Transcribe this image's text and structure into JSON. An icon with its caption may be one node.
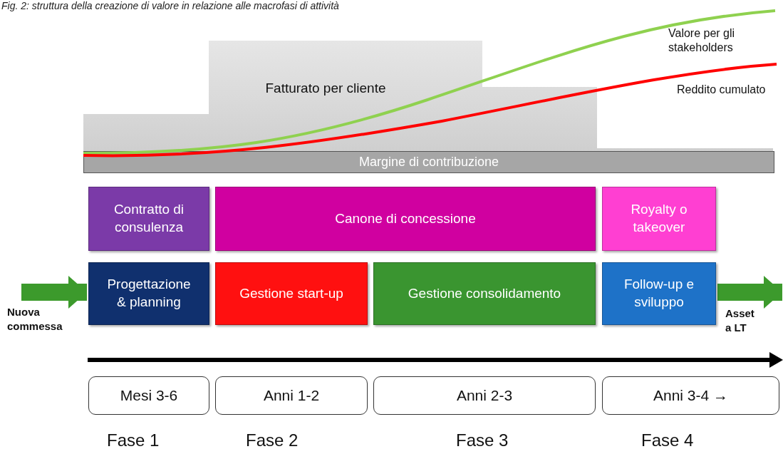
{
  "diagram": {
    "title": "Fig. 2: struttura della creazione di valore in relazione alle macrofasi di attività",
    "nodes": [
      {
        "text": [
          "Fatturato per cliente"
        ]
      },
      {
        "text": [
          "Margine di contribuzione"
        ]
      },
      {
        "text": [
          "Contratto di consulenza"
        ]
      },
      {
        "text": [
          "Canone di concessione"
        ]
      },
      {
        "text": [
          "Royalty o takeover"
        ]
      },
      {
        "text": [
          "Progettazione & planning"
        ]
      },
      {
        "text": [
          "Gestione start-up"
        ]
      },
      {
        "text": [
          "Gestione consolidamento"
        ]
      },
      {
        "text": [
          "Follow-up e sviluppo"
        ]
      },
      {
        "text": [
          "Mesi 3-6"
        ]
      },
      {
        "text": [
          "Anni 1-2"
        ]
      },
      {
        "text": [
          "Anni 2-3"
        ]
      },
      {
        "text": [
          "Anni 3-4 →"
        ]
      }
    ],
    "edges": [
      {
        "from": null,
        "to": 5,
        "arrow": "to",
        "label": "Nuova commessa"
      },
      {
        "from": 8,
        "to": null,
        "arrow": "to",
        "label": "Asset a LT"
      }
    ],
    "labels": [
      "Valore per gli stakeholders",
      "Reddito cumulato",
      "Fase 1",
      "Fase 2",
      "Fase 3",
      "Fase 4"
    ]
  }
}
